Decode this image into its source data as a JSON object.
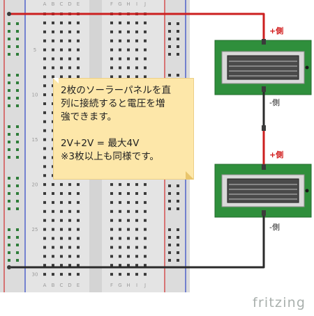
{
  "breadboard": {
    "column_letters_left": [
      "A",
      "B",
      "C",
      "D",
      "E"
    ],
    "column_letters_right": [
      "F",
      "G",
      "H",
      "I",
      "J"
    ],
    "row_numbers": [
      "5",
      "10",
      "15",
      "20",
      "25",
      "30"
    ]
  },
  "note": {
    "lines": [
      "2枚のソーラーパネルを直",
      "列に接続すると電圧を増",
      "強できます。",
      "",
      "2V+2V = 最大4V",
      "※3枚以上も同様です。"
    ]
  },
  "panels": [
    {
      "plus_label": "+側",
      "minus_label": "-側"
    },
    {
      "plus_label": "+側",
      "minus_label": "-側"
    }
  ],
  "colors": {
    "red_wire": "#cc1f1f",
    "black_wire": "#2a2a2a",
    "panel_pcb": "#2f8f3c",
    "breadboard": "#e4e4e4",
    "rail_red": "#d23a3a",
    "rail_blue": "#3a4fc8",
    "note_bg": "#fde7a9"
  },
  "brand": "fritzing"
}
